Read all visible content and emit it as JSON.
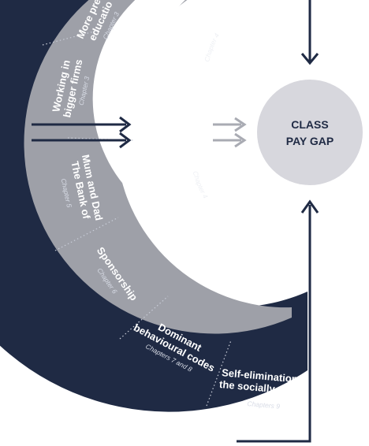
{
  "diagram": {
    "center": {
      "line1": "CLASS",
      "line2": "PAY GAP"
    },
    "middle_ring": [
      {
        "title": "Reaching top positions",
        "chapter": "Chapter 4"
      },
      {
        "title": "Working in prestigious departments",
        "chapter": "Chapter 4"
      }
    ],
    "outer_ring": [
      {
        "title_lines": [
          "More pres",
          "educatio"
        ],
        "chapter": "Chapter 3"
      },
      {
        "title_lines": [
          "Working in",
          "bigger firms"
        ],
        "chapter": "Chapter 3"
      },
      {
        "title_lines": [
          "The Bank of",
          "Mum and Dad"
        ],
        "chapter": "Chapter 5"
      },
      {
        "title_lines": [
          "Sponsorship"
        ],
        "chapter": "Chapter 6"
      },
      {
        "title_lines": [
          "Dominant",
          "behavioural codes"
        ],
        "chapter": "Chapters 7 and 8"
      },
      {
        "title_lines": [
          "Self-elimination of",
          "the socially mobile"
        ],
        "chapter": "Chapters 9"
      }
    ],
    "colors": {
      "outer": "#1f2a44",
      "middle": "#9ea0a8",
      "center": "#d7d7dd",
      "arrow_dark": "#1f2a44",
      "arrow_light": "#a9abb3"
    }
  }
}
